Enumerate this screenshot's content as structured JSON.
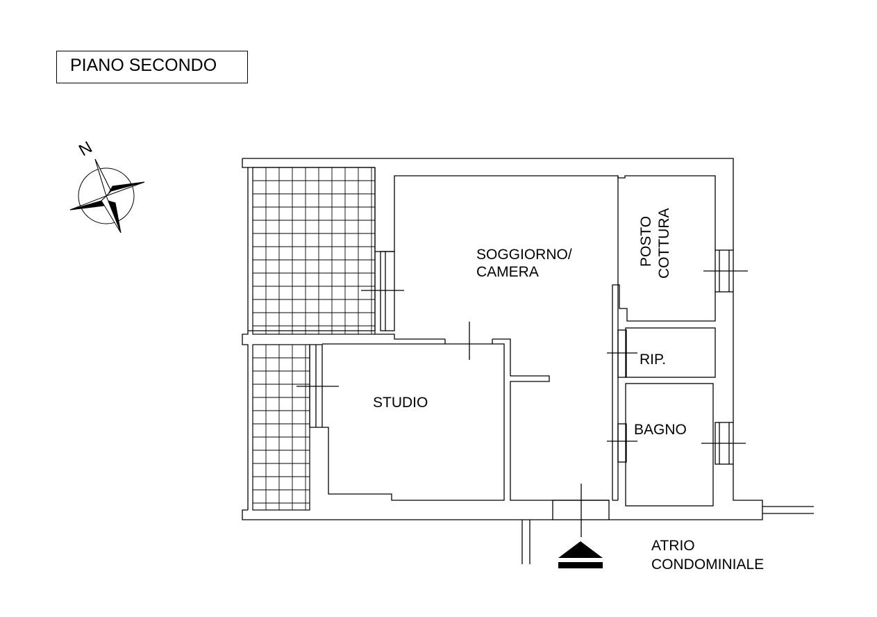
{
  "floor": {
    "title": "PIANO SECONDO"
  },
  "compass": {
    "north_label": "N",
    "icon": "compass-rose-icon"
  },
  "rooms": {
    "soggiorno": {
      "line1": "SOGGIORNO/",
      "line2": "CAMERA"
    },
    "posto_cottura": {
      "line1": "POSTO",
      "line2": "COTTURA"
    },
    "rip": {
      "label": "RIP."
    },
    "bagno": {
      "label": "BAGNO"
    },
    "studio": {
      "label": "STUDIO"
    }
  },
  "entrance": {
    "line1": "ATRIO",
    "line2": "CONDOMINIALE",
    "icon": "entrance-arrow-icon"
  },
  "colors": {
    "line": "#000000",
    "background": "#ffffff"
  }
}
